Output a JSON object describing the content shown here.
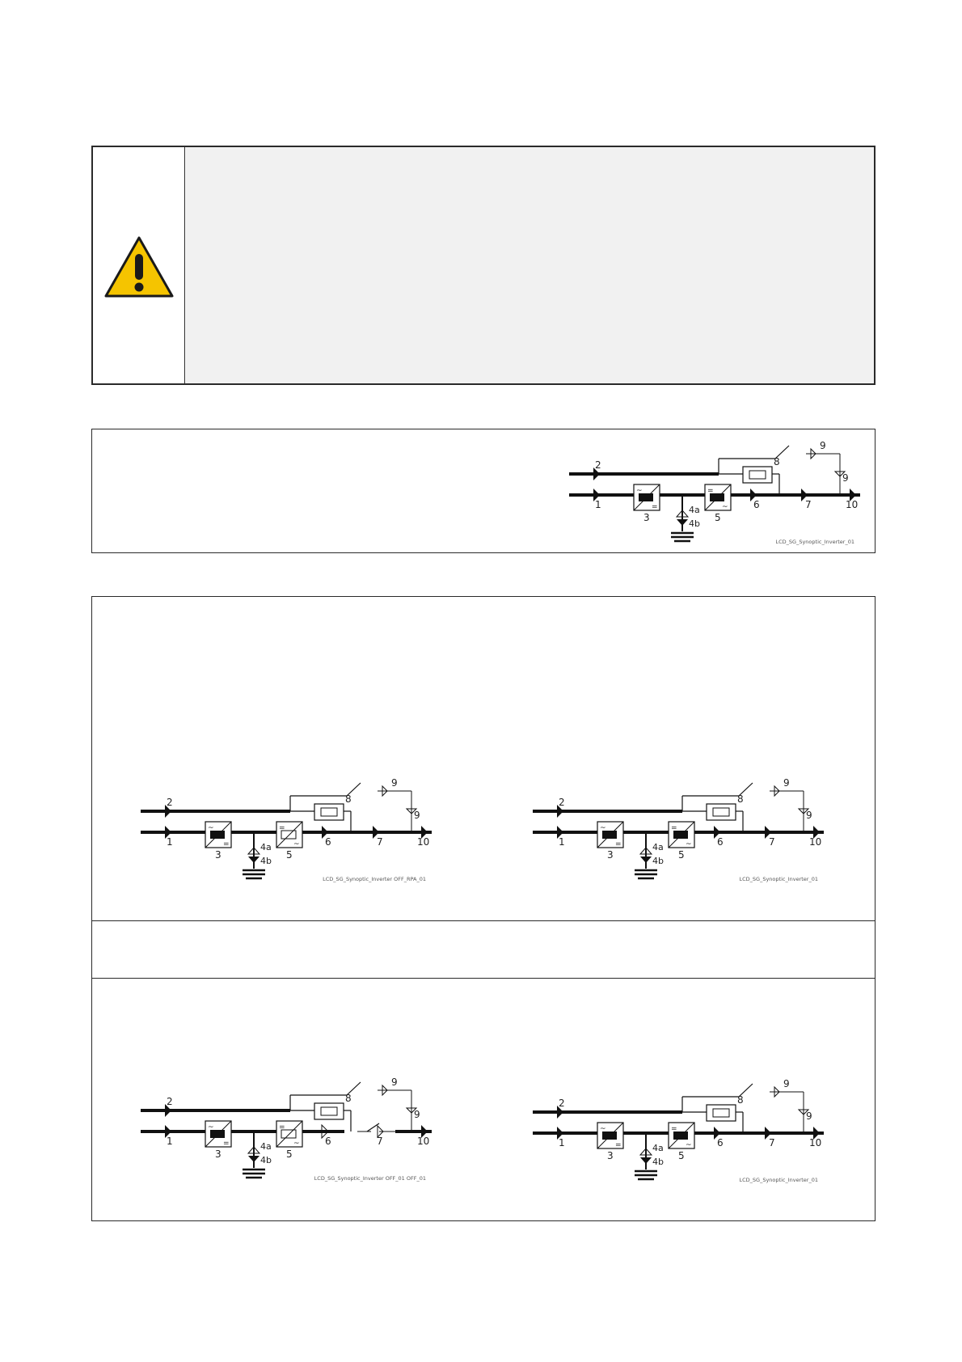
{
  "warning": {
    "icon": "warning-triangle-icon",
    "icon_color": "#f5c400"
  },
  "diagrams": [
    {
      "id": "normal",
      "ref": "LCD_SG_Synoptic_Inverter_01"
    },
    {
      "id": "mode-a",
      "ref": "LCD_SG_Synoptic_Inverter OFF_RPA_01"
    },
    {
      "id": "mode-b",
      "ref": "LCD_SG_Synoptic_Inverter_01"
    },
    {
      "id": "mode-c",
      "ref": "LCD_SG_Synoptic_Inverter OFF_01 OFF_01"
    },
    {
      "id": "mode-d",
      "ref": "LCD_SG_Synoptic_Inverter_01"
    }
  ],
  "labels": {
    "n1": "1",
    "n2": "2",
    "n3": "3",
    "n4a": "4a",
    "n4b": "4b",
    "n5": "5",
    "n6": "6",
    "n7": "7",
    "n8": "8",
    "n9": "9",
    "n10": "10"
  }
}
